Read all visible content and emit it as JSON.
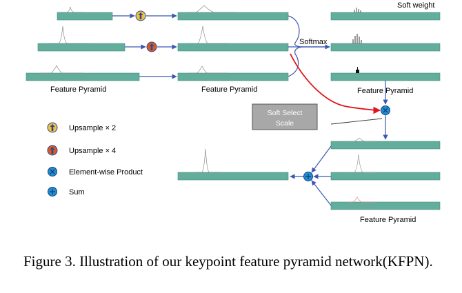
{
  "colors": {
    "bar_fill": "#62ad9b",
    "bar_border": "#3f8f7d",
    "arrow_blue": "#3b57b0",
    "arrow_red": "#e0141a",
    "upsample2_fill": "#f2c040",
    "upsample4_fill": "#d8592a",
    "product_fill": "#1e8fd0",
    "sum_fill": "#1e8fd0",
    "soft_select_fill": "#a8a8a8"
  },
  "labels": {
    "feature_pyramid_1": "Feature Pyramid",
    "feature_pyramid_2": "Feature Pyramid",
    "feature_pyramid_3": "Feature Pyramid",
    "feature_pyramid_4": "Feature Pyramid",
    "soft_weight": "Soft weight",
    "softmax": "Softmax",
    "soft_select_line1": "Soft Select",
    "soft_select_line2": "Scale"
  },
  "legend": {
    "upsample2": "Upsample × 2",
    "upsample4": "Upsample × 4",
    "product": "Element-wise Product",
    "sum": "Sum"
  },
  "icons": {
    "upsample2": "up-arrow-circle-icon",
    "upsample4": "up-arrow-circle-icon",
    "product": "times-circle-icon",
    "sum": "plus-circle-icon"
  },
  "caption": "Figure 3. Illustration of our keypoint feature pyramid network(KFPN)."
}
